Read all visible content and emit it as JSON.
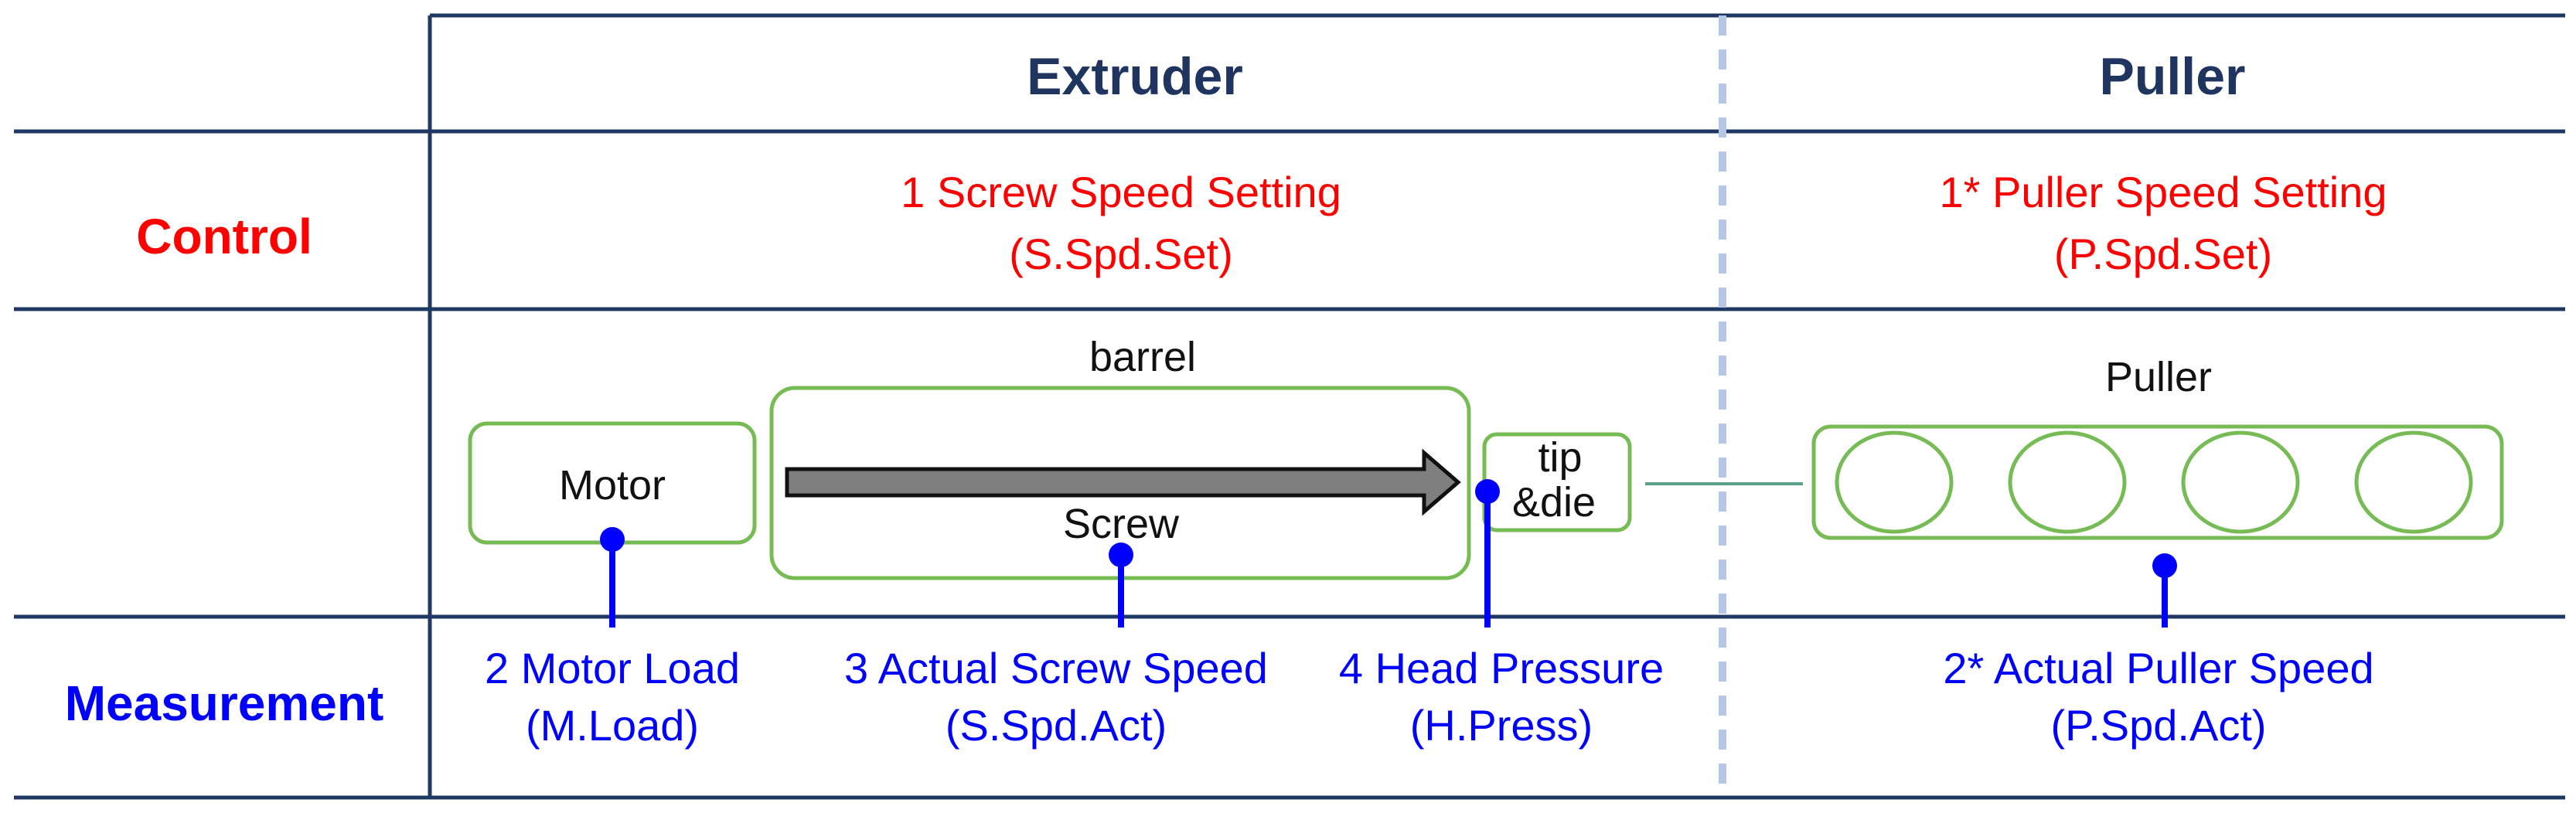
{
  "colors": {
    "header_text": "#1f3560",
    "control_label": "#ff0000",
    "control_text": "#ff0000",
    "measurement_label": "#0000ff",
    "measurement_text": "#0000ff",
    "component_stroke": "#77bb55",
    "grid_line": "#1f3864",
    "divider_dashed": "#b4c7e7",
    "arrow_fill": "#7f7f7f",
    "probe": "#0000ff"
  },
  "headers": {
    "extruder": "Extruder",
    "puller": "Puller"
  },
  "rows": {
    "control": "Control",
    "measurement": "Measurement"
  },
  "control": {
    "extruder_line1": "1 Screw Speed Setting",
    "extruder_line2": "(S.Spd.Set)",
    "puller_line1": "1* Puller Speed Setting",
    "puller_line2": "(P.Spd.Set)"
  },
  "components": {
    "motor": "Motor",
    "barrel": "barrel",
    "screw": "Screw",
    "tip_line1": "tip",
    "tip_line2": "&die",
    "puller": "Puller"
  },
  "measurements": {
    "motor_load_line1": "2 Motor Load",
    "motor_load_line2": "(M.Load)",
    "screw_speed_line1": "3 Actual Screw Speed",
    "screw_speed_line2": "(S.Spd.Act)",
    "head_pressure_line1": "4 Head Pressure",
    "head_pressure_line2": "(H.Press)",
    "puller_speed_line1": "2* Actual Puller Speed",
    "puller_speed_line2": "(P.Spd.Act)"
  }
}
